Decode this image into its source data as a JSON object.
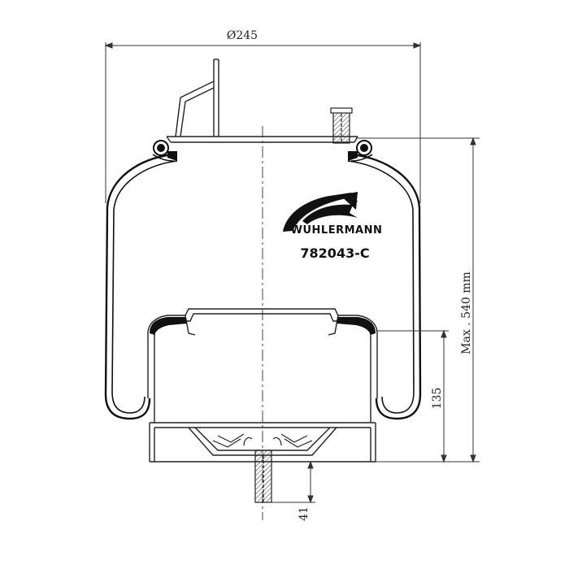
{
  "dimensions": {
    "diameter": "Ø245",
    "max_height": "Max . 540 mm",
    "piston_height": "135",
    "stud_length": "41"
  },
  "brand": {
    "name": "WUHLERMANN",
    "logo_icon": "wuhlermann-swoosh-logo"
  },
  "part_number": "782043-C"
}
